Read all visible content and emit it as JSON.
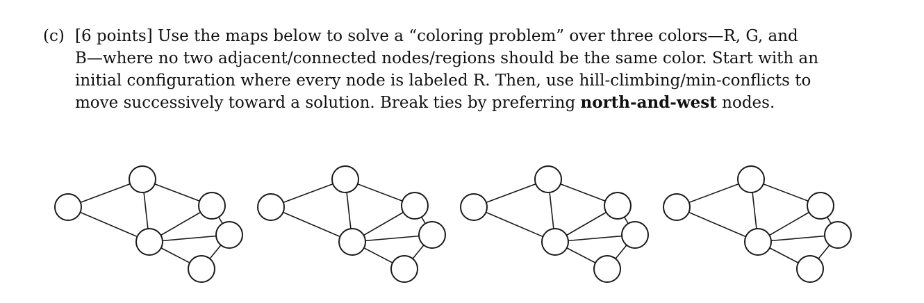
{
  "problem": {
    "part_label": "(c)",
    "lines": [
      "[6 points] Use the maps below to solve a “coloring problem” over three colors—R, G, and",
      "B—where no two adjacent/connected nodes/regions should be the same color. Start with an",
      "initial configuration where every node is labeled R. Then, use hill-climbing/min-conflicts to"
    ],
    "last_line_prefix": "move successively toward a solution. Break ties by preferring ",
    "last_line_bold": "north-and-west",
    "last_line_suffix": " nodes."
  },
  "maps": {
    "count": 4,
    "nodes": [
      "west",
      "north",
      "northeast",
      "center",
      "east",
      "south"
    ],
    "edges": [
      [
        "west",
        "north"
      ],
      [
        "west",
        "center"
      ],
      [
        "north",
        "northeast"
      ],
      [
        "north",
        "center"
      ],
      [
        "northeast",
        "center"
      ],
      [
        "northeast",
        "east"
      ],
      [
        "center",
        "east"
      ],
      [
        "center",
        "south"
      ],
      [
        "east",
        "south"
      ]
    ]
  }
}
